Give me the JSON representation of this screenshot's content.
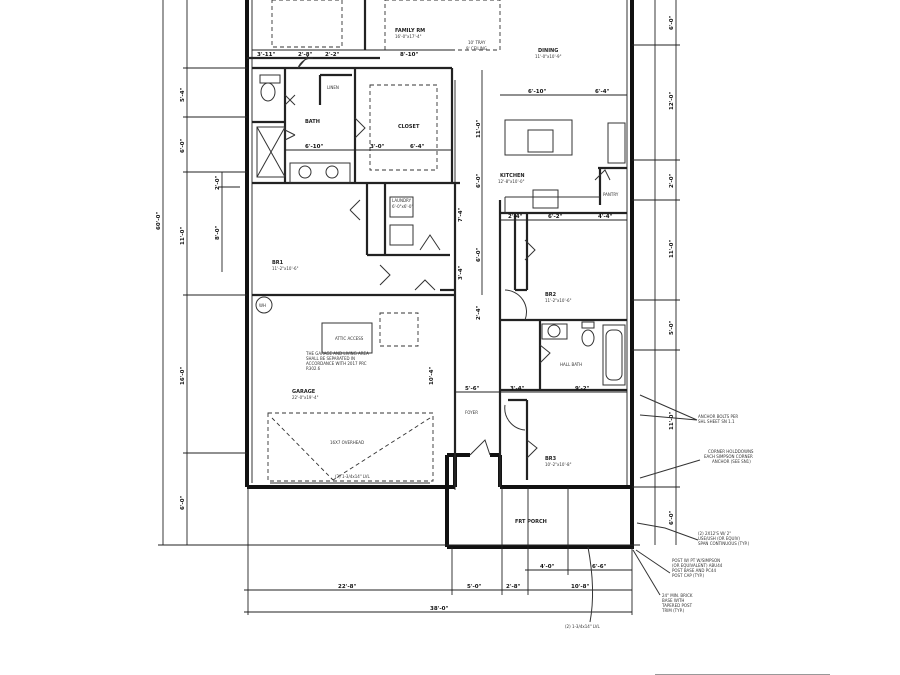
{
  "rooms": {
    "family": {
      "name": "FAMILY RM",
      "size": "16'-0\"x17'-4\""
    },
    "tray": {
      "line1": "10' TRAY",
      "line2": "9' CEILING"
    },
    "dining": {
      "name": "DINING",
      "size": "11'-0\"x10'-9\""
    },
    "bath": {
      "name": "BATH"
    },
    "linen": {
      "name": "LINEN"
    },
    "closet": {
      "name": "CLOSET"
    },
    "kitchen": {
      "name": "KITCHEN",
      "size": "12'-8\"x10'-0\""
    },
    "pantry": {
      "name": "PANTRY"
    },
    "laundry": {
      "name": "LAUNDRY",
      "size": "6'-0\"x6'-0\""
    },
    "br1": {
      "name": "BR1",
      "size": "11'-2\"x10'-6\""
    },
    "garage": {
      "name": "GARAGE",
      "size": "22'-0\"x19'-4\""
    },
    "attic": {
      "name": "ATTIC ACCESS"
    },
    "wh": {
      "name": "WH"
    },
    "overhead": {
      "name": "16X7 OVERHEAD"
    },
    "br2": {
      "name": "BR2",
      "size": "11'-2\"x10'-6\""
    },
    "hall_bath": {
      "name": "HALL BATH"
    },
    "br3": {
      "name": "BR3",
      "size": "10'-2\"x10'-8\""
    },
    "foyer": {
      "name": "FOYER"
    },
    "porch": {
      "name": "FRT PORCH"
    }
  },
  "garage_note": [
    "THE GARAGE AND LIVING AREA",
    "SHALL BE SEPARATED IN",
    "ACCORDANCE WITH 2017 PRC",
    "R302.6"
  ],
  "header_note": "(2) 1-3/4x14\" LVL",
  "garage_header": "(2) 1-3/4x14\" LVL",
  "dimensions": {
    "overall_depth": "60'-0\"",
    "left": [
      "5'-4\"",
      "6'-0\"",
      "11'-0\"",
      "16'-0\"",
      "6'-0\""
    ],
    "left_inner": [
      "2'-0\"",
      "8'-0\""
    ],
    "bottom": [
      "22'-8\"",
      "5'-0\"",
      "2'-8\"",
      "10'-8\""
    ],
    "overall_width": "38'-0\"",
    "porch": [
      "4'-0\"",
      "6'-6\""
    ],
    "top": [
      "3'-11\"",
      "2'-8\"",
      "2'-2\"",
      "8'-10\""
    ],
    "interior": [
      "6'-10\"",
      "6'-4\"",
      "6'-10\"",
      "3'-0\"",
      "6'-4\"",
      "6'-2\"",
      "4'-4\"",
      "2'-4\"",
      "9'-2\"",
      "5'-6\"",
      "3'-4\""
    ],
    "right": [
      "6'-0\"",
      "12'-0\"",
      "2'-0\"",
      "11'-0\"",
      "5'-0\"",
      "11'-0\"",
      "6'-0\""
    ],
    "vertical_mid": [
      "11'-0\"",
      "6'-0\"",
      "7'-4\"",
      "6'-0\"",
      "3'-4\"",
      "2'-4\"",
      "10'-4\""
    ]
  },
  "annotations": [
    [
      "ANCHOR BOLTS PER",
      "SHL SHEET SN 1.1"
    ],
    [
      "CORNER HOLDDOWNS",
      "EACH SIMPSON CORNER",
      "ANCHOR (SEE SN1)"
    ],
    [
      "(2) 2X12'S W/ 2\"",
      "USE/USH (OR EQUIV)",
      "SPAN CONTINUOUS (TYP.)"
    ],
    [
      "POST W/ PT W/SIMPSON",
      "(OR EQUIVALENT) ABU44",
      "POST BASE AND PC44",
      "POST CAP (TYP.)"
    ],
    [
      "24\" MIN. BRICK",
      "BASE WITH",
      "TAPERED POST",
      "TRIM (TYP.)"
    ]
  ]
}
